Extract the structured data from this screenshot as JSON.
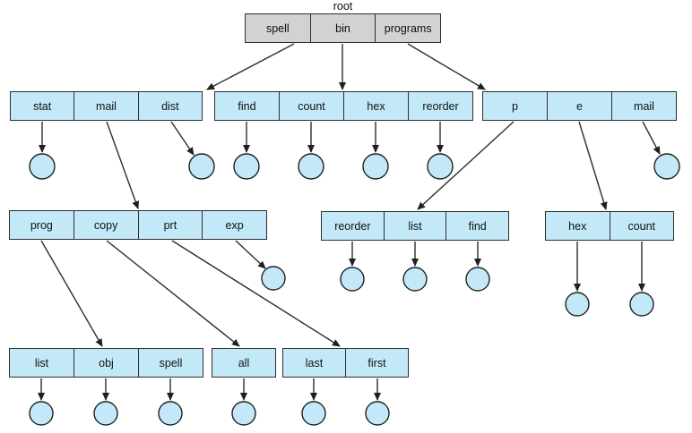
{
  "figure": {
    "root_label": "root",
    "colors": {
      "line": "#2e2e2e",
      "node_fill": "#c3e9f8",
      "root_fill": "#d2d2d2"
    },
    "nodes": {
      "root": {
        "cells": [
          "spell",
          "bin",
          "programs"
        ]
      },
      "l2_left": {
        "cells": [
          "stat",
          "mail",
          "dist"
        ]
      },
      "l2_mid": {
        "cells": [
          "find",
          "count",
          "hex",
          "reorder"
        ]
      },
      "l2_right": {
        "cells": [
          "p",
          "e",
          "mail"
        ]
      },
      "l3_left": {
        "cells": [
          "prog",
          "copy",
          "prt",
          "exp"
        ]
      },
      "l3_mid": {
        "cells": [
          "reorder",
          "list",
          "find"
        ]
      },
      "l3_right": {
        "cells": [
          "hex",
          "count"
        ]
      },
      "l4_left": {
        "cells": [
          "list",
          "obj",
          "spell"
        ]
      },
      "l4_mid": {
        "cells": [
          "all"
        ]
      },
      "l4_right": {
        "cells": [
          "last",
          "first"
        ]
      }
    }
  }
}
